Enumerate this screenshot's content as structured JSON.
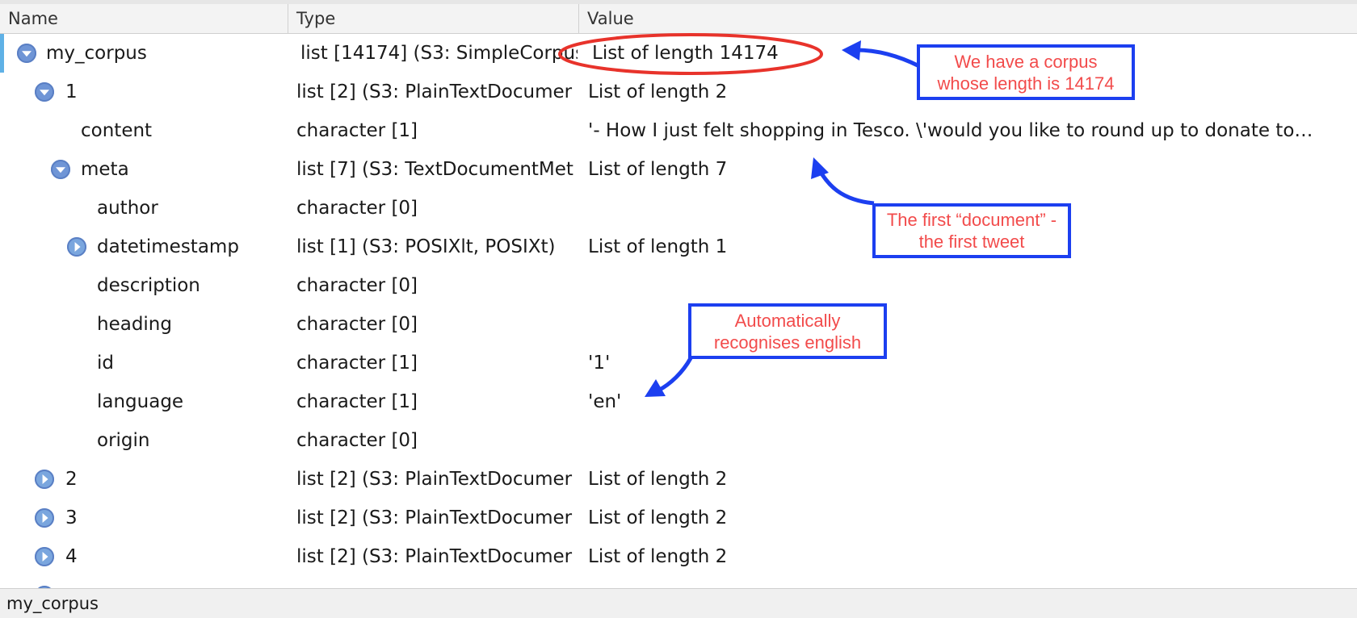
{
  "header": {
    "name_label": "Name",
    "type_label": "Type",
    "value_label": "Value"
  },
  "rows": [
    {
      "name": "my_corpus",
      "type": "list [14174] (S3: SimpleCorpus",
      "value": "List of length 14174",
      "toggle": "expanded"
    },
    {
      "name": "1",
      "type": "list [2] (S3: PlainTextDocumer",
      "value": "List of length 2",
      "toggle": "expanded"
    },
    {
      "name": "content",
      "type": "character [1]",
      "value": "'- How I just felt shopping in Tesco. \\'would you like to round up to donate to…",
      "toggle": "none"
    },
    {
      "name": "meta",
      "type": "list [7] (S3: TextDocumentMet",
      "value": "List of length 7",
      "toggle": "expanded"
    },
    {
      "name": "author",
      "type": "character [0]",
      "value": "",
      "toggle": "none"
    },
    {
      "name": "datetimestamp",
      "type": "list [1] (S3: POSIXlt, POSIXt)",
      "value": "List of length 1",
      "toggle": "collapsed"
    },
    {
      "name": "description",
      "type": "character [0]",
      "value": "",
      "toggle": "none"
    },
    {
      "name": "heading",
      "type": "character [0]",
      "value": "",
      "toggle": "none"
    },
    {
      "name": "id",
      "type": "character [1]",
      "value": "'1'",
      "toggle": "none"
    },
    {
      "name": "language",
      "type": "character [1]",
      "value": "'en'",
      "toggle": "none"
    },
    {
      "name": "origin",
      "type": "character [0]",
      "value": "",
      "toggle": "none"
    },
    {
      "name": "2",
      "type": "list [2] (S3: PlainTextDocumer",
      "value": "List of length 2",
      "toggle": "collapsed"
    },
    {
      "name": "3",
      "type": "list [2] (S3: PlainTextDocumer",
      "value": "List of length 2",
      "toggle": "collapsed"
    },
    {
      "name": "4",
      "type": "list [2] (S3: PlainTextDocumer",
      "value": "List of length 2",
      "toggle": "collapsed"
    }
  ],
  "statusbar": {
    "text": "my_corpus"
  },
  "annotations": {
    "corpus_note": {
      "line1": "We have a corpus",
      "line2": "whose length is 14174"
    },
    "document_note": {
      "line1": "The first “document” -",
      "line2": "the first tweet"
    },
    "language_note": {
      "line1": "Automatically",
      "line2": "recognises english"
    }
  },
  "colors": {
    "annotation_border": "#1c3ff0",
    "annotation_text": "#f24b4b",
    "highlight_ellipse": "#e8332b",
    "selection_bar": "#5fb1e6",
    "toggle": "#6f95d6"
  },
  "icons": {
    "expanded": "chevron-down-icon",
    "collapsed": "chevron-right-icon"
  }
}
